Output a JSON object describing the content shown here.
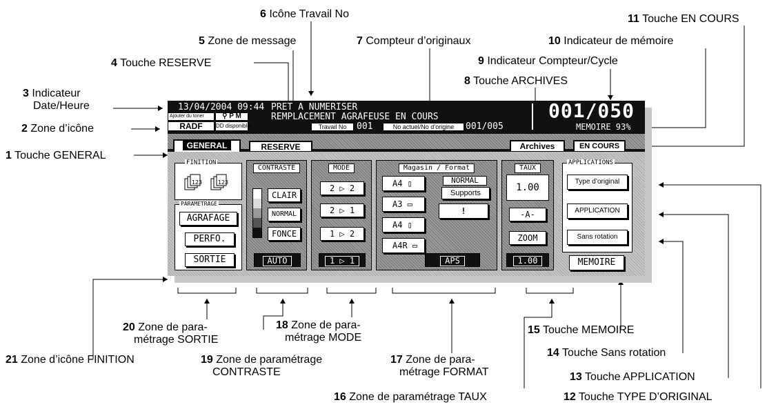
{
  "callouts": {
    "c1": {
      "num": "1",
      "label": "Touche GENERAL"
    },
    "c2": {
      "num": "2",
      "label": "Zone d’icône"
    },
    "c3_l1": {
      "num": "3",
      "label": "Indicateur"
    },
    "c3_l2": "Date/Heure",
    "c4": {
      "num": "4",
      "label": "Touche RESERVE"
    },
    "c5": {
      "num": "5",
      "label": "Zone de message"
    },
    "c6": {
      "num": "6",
      "label": "Icône Travail No"
    },
    "c7": {
      "num": "7",
      "label": "Compteur d’originaux"
    },
    "c8": {
      "num": "8",
      "label": "Touche ARCHIVES"
    },
    "c9": {
      "num": "9",
      "label": "Indicateur Compteur/Cycle"
    },
    "c10": {
      "num": "10",
      "label": "Indicateur de mémoire"
    },
    "c11": {
      "num": "11",
      "label": "Touche EN COURS"
    },
    "c12": {
      "num": "12",
      "label": "Touche TYPE D’ORIGINAL"
    },
    "c13": {
      "num": "13",
      "label": "Touche APPLICATION"
    },
    "c14": {
      "num": "14",
      "label": "Touche Sans rotation"
    },
    "c15": {
      "num": "15",
      "label": "Touche MEMOIRE"
    },
    "c16": {
      "num": "16",
      "label": "Zone de paramétrage TAUX"
    },
    "c17_l1": {
      "num": "17",
      "label": "Zone de para-"
    },
    "c17_l2": "métrage FORMAT",
    "c18_l1": {
      "num": "18",
      "label": "Zone de para-"
    },
    "c18_l2": "métrage MODE",
    "c19_l1": {
      "num": "19",
      "label": "Zone de paramétrage"
    },
    "c19_l2": "CONTRASTE",
    "c20_l1": {
      "num": "20",
      "label": "Zone de para-"
    },
    "c20_l2": "métrage SORTIE",
    "c21": {
      "num": "21",
      "label": "Zone d’icône FINITION"
    }
  },
  "header": {
    "datetime": "13/04/2004 09:44",
    "toner": "Ajouter du toner",
    "pm": "P M",
    "radf": "RADF",
    "dd": "DD disponible",
    "message_l1": "PRET A NUMERISER",
    "message_l2": "REMPLACEMENT AGRAFEUSE EN COURS",
    "job_label": "Travail No",
    "job_no": "001",
    "orig_label": "No actuel/No d’origine",
    "orig_count": "001/005",
    "counter": "001/050",
    "memory": "MEMOIRE 93%"
  },
  "tabs": {
    "general": "GENERAL",
    "reserve": "RESERVE",
    "archives": "Archives",
    "encours": "EN COURS"
  },
  "finition": {
    "title": "FINITION",
    "param_title": "PARAMETRAGE",
    "agrafage": "AGRAFAGE",
    "perfo": "PERFO.",
    "sortie": "SORTIE"
  },
  "contraste": {
    "title": "CONTRASTE",
    "clair": "CLAIR",
    "normal": "NORMAL",
    "fonce": "FONCE",
    "auto": "AUTO"
  },
  "mode": {
    "title": "MODE",
    "m1": "2 ▷ 2",
    "m2": "2 ▷ 1",
    "m3": "1 ▷ 2",
    "m4": "1 ▷ 1"
  },
  "format": {
    "title": "Magasin / Format",
    "t1": "A4",
    "t2": "A3",
    "t3": "A4",
    "t4": "A4R",
    "normal": "NORMAL",
    "supports": "Supports",
    "aps": "APS"
  },
  "taux": {
    "title": "TAUX",
    "value": "1.00",
    "a": "-A-",
    "zoom": "ZOOM",
    "bottom": "1.00"
  },
  "applications": {
    "title": "APPLICATIONS",
    "type": "Type d’original",
    "application": "APPLICATION",
    "sans": "Sans rotation",
    "memoire": "MEMOIRE"
  }
}
